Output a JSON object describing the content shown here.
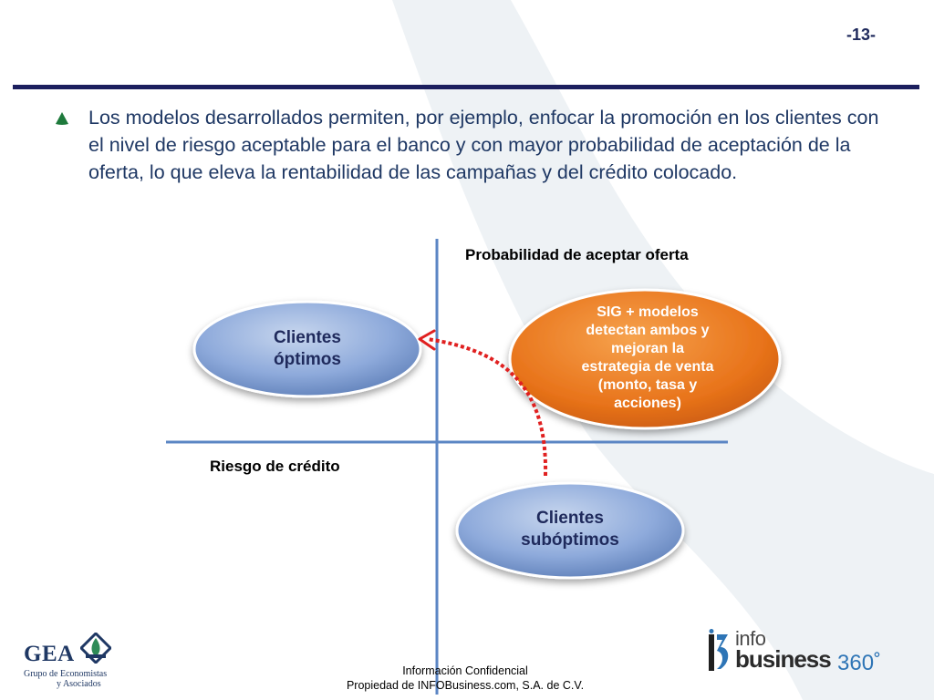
{
  "slide": {
    "page_number": "-13-",
    "intro_text": "Los modelos desarrollados permiten, por ejemplo, enfocar la promoción en los clientes con el nivel de riesgo aceptable para el banco y con mayor probabilidad de aceptación de la oferta, lo que eleva la rentabilidad de las campañas y del crédito colocado.",
    "bullet_icon": "green-triangle-bullet"
  },
  "diagram": {
    "y_axis_label": "Probabilidad de aceptar oferta",
    "x_axis_label": "Riesgo de crédito",
    "nodes": {
      "optimos": "Clientes\nóptimos",
      "suboptimos": "Clientes\nsubóptimos",
      "sig": "SIG + modelos\ndetectan ambos y\nmejoran la\nestrategia de venta\n(monto, tasa y\nacciones)"
    },
    "colors": {
      "axis": "#5b86c4",
      "blue_node": "#8eaadb",
      "orange_node": "#e8731a",
      "arrow": "#e02020",
      "rule": "#1c1f5e"
    }
  },
  "footer": {
    "line1": "Información Confidencial",
    "line2": "Propiedad de INFOBusiness.com, S.A. de C.V."
  },
  "logos": {
    "gea_name": "GEA",
    "gea_sub_line1": "Grupo de Economistas",
    "gea_sub_line2": "y Asociados",
    "info_top": "info",
    "info_bottom": "business",
    "info_suffix": "360˚"
  }
}
